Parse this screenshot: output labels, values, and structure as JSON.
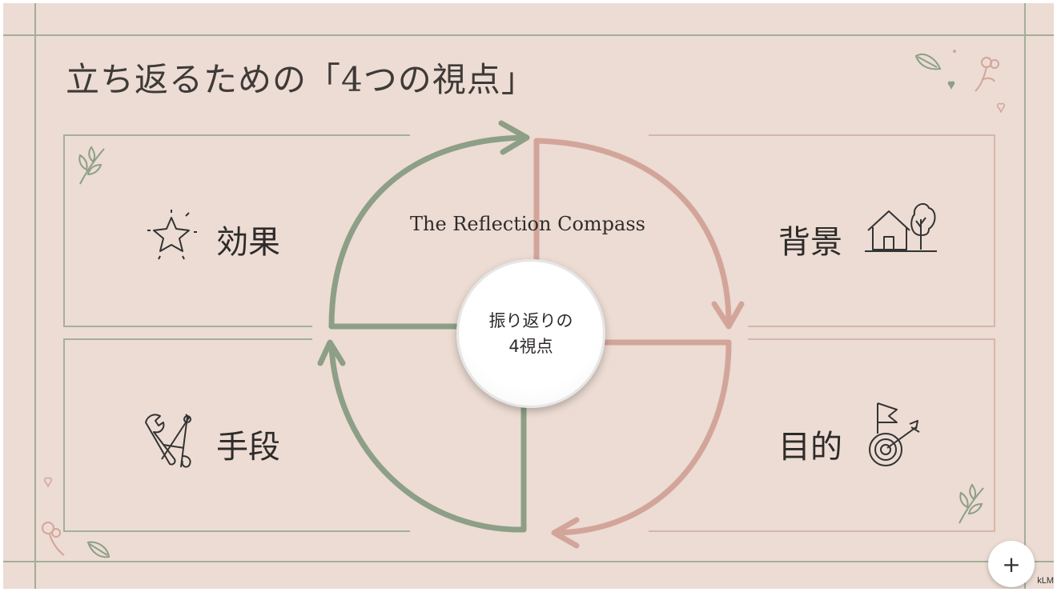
{
  "slide": {
    "title": "立ち返るための「4つの視点」",
    "compass_title": "The Reflection Compass",
    "center": {
      "line1": "振り返りの",
      "line2": "4視点"
    },
    "quadrants": {
      "effect": {
        "label": "効果",
        "icon": "sparkle-star-icon"
      },
      "background": {
        "label": "背景",
        "icon": "house-with-tree-icon"
      },
      "means": {
        "label": "手段",
        "icon": "wrench-and-compass-icon"
      },
      "purpose": {
        "label": "目的",
        "icon": "flag-target-icon"
      }
    },
    "colors": {
      "background": "#ecdcd3",
      "green": "#8d9f86",
      "rose": "#d3a59a",
      "frame_line": "#9aa88f",
      "text": "#2e2b2a"
    }
  },
  "toolbar": {
    "add_label": "+"
  },
  "watermark": {
    "text": "kLM"
  }
}
